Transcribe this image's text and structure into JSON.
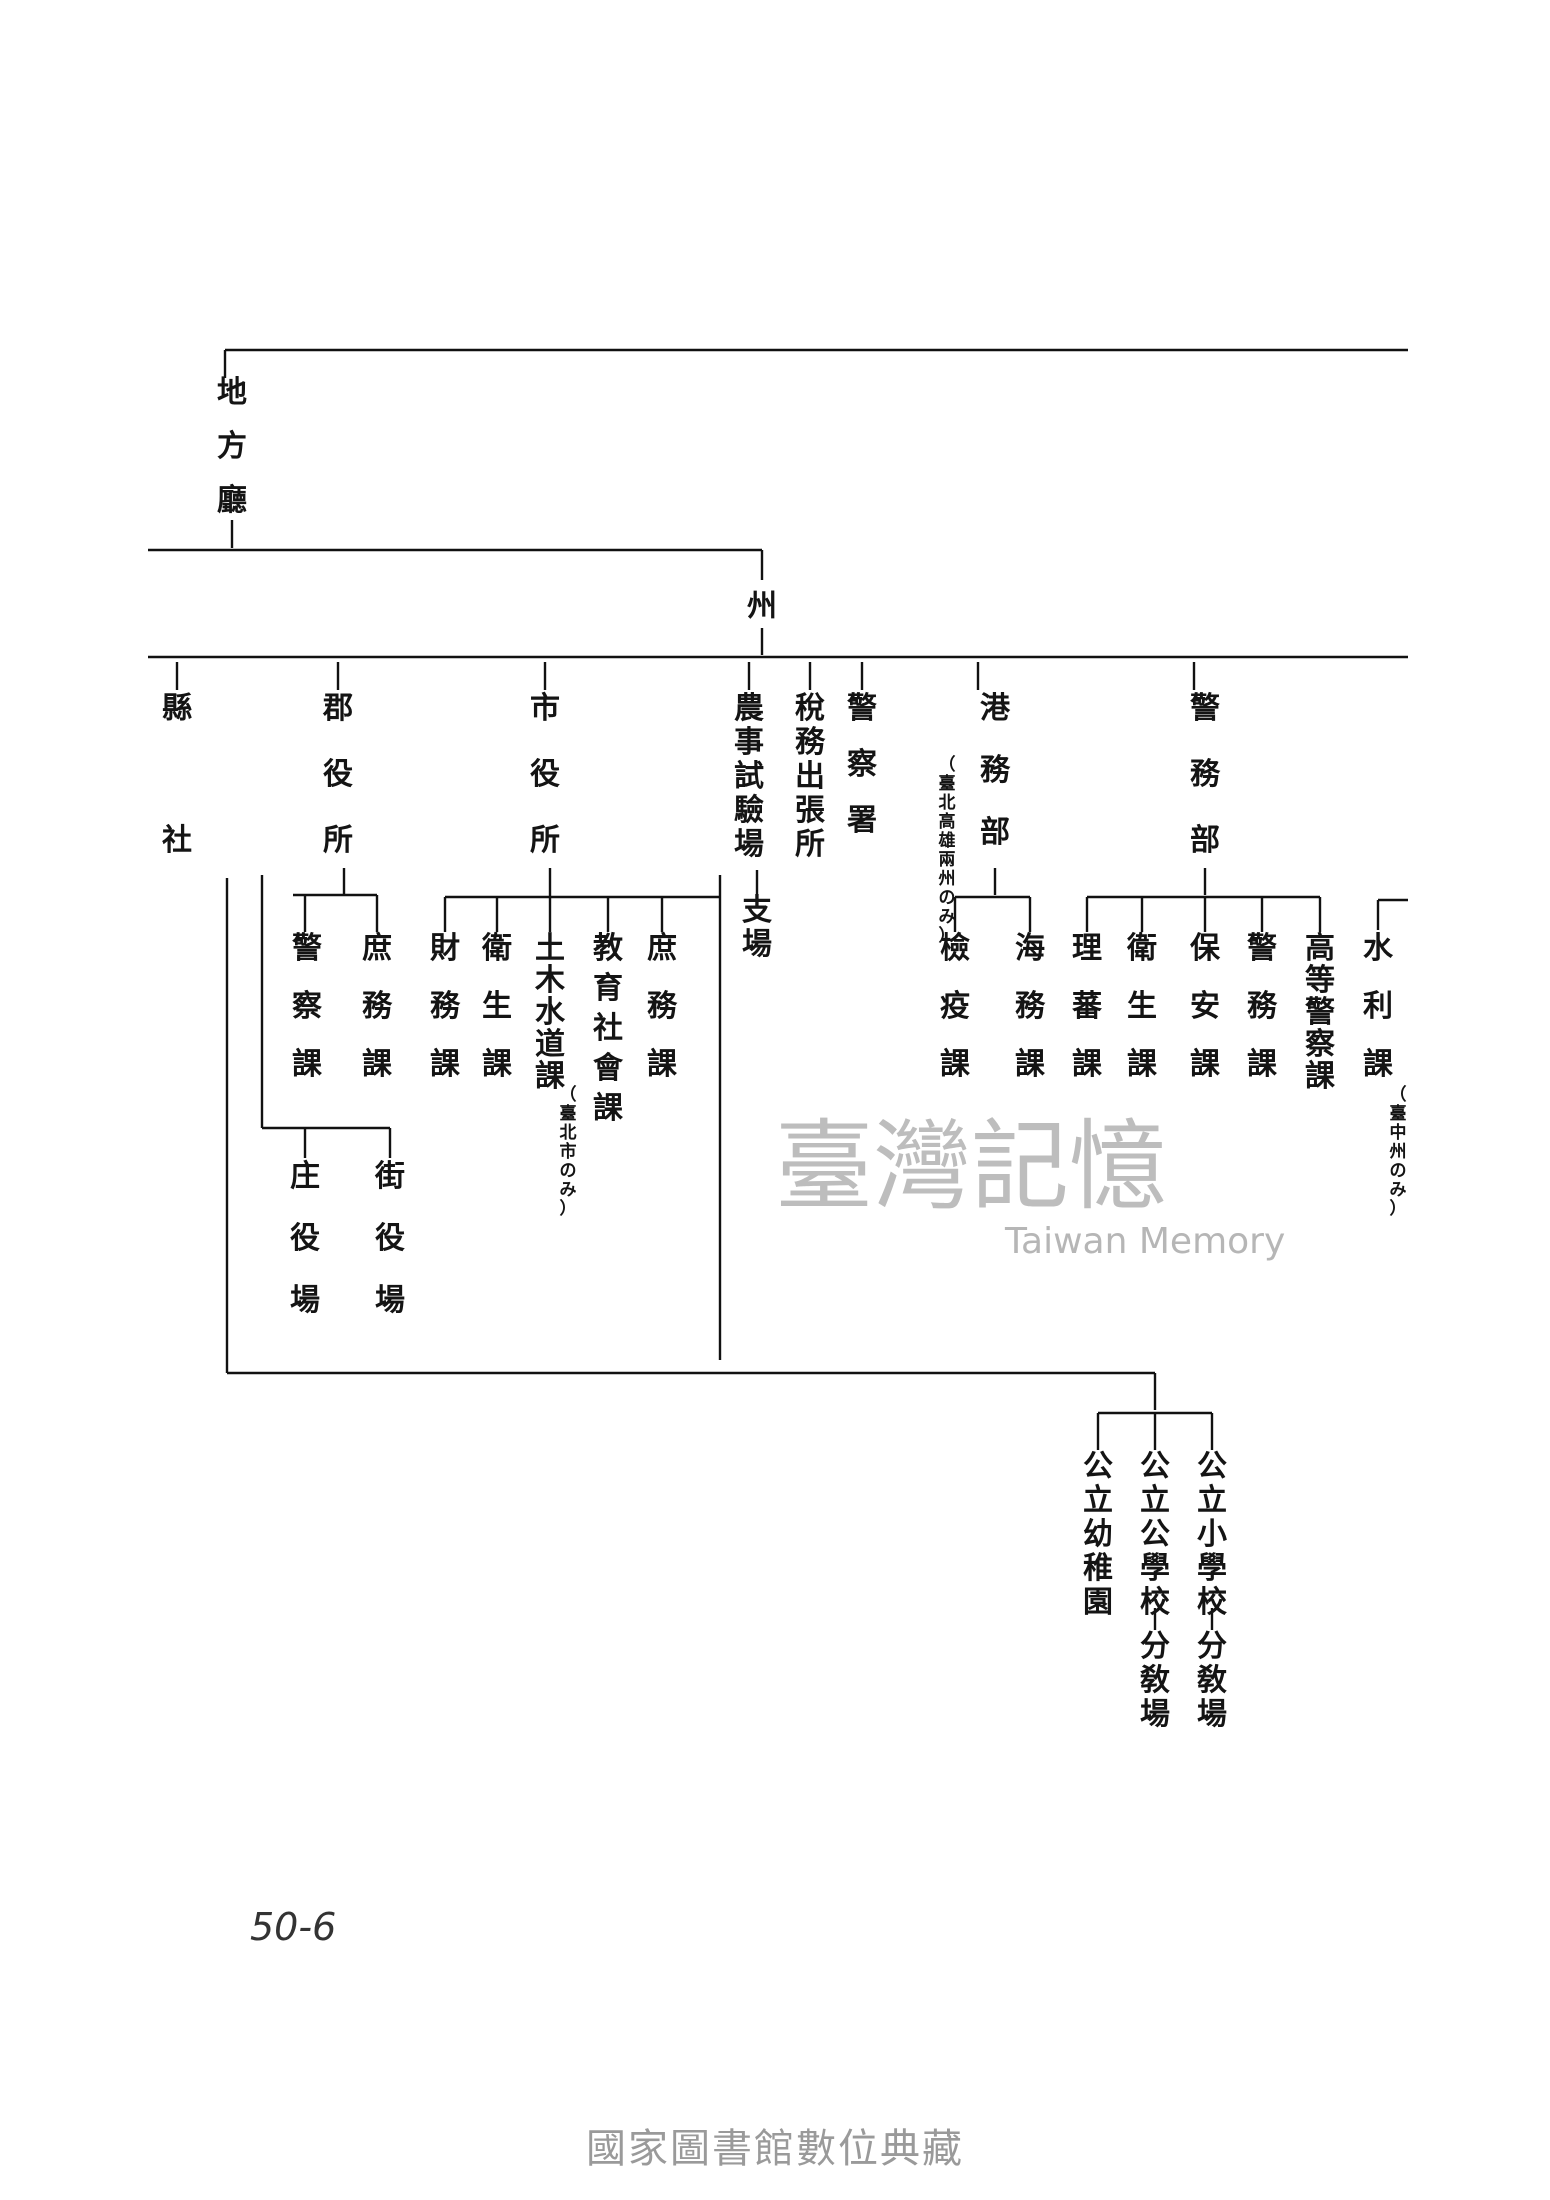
{
  "nodes": {
    "chiho_cho": "地方廳",
    "shu": "州",
    "ken": "縣",
    "sha": "社",
    "gun_yakusho": "郡役所",
    "shi_yakusho": "市役所",
    "nogyo_shiken": "農事試驗場",
    "shijo": "支場",
    "zeimu_shucho": "稅務出張所",
    "keisatsu_sho": "警察署",
    "komu_bu": "港務部",
    "komu_note": "（臺北高雄兩州のみ）",
    "keimu_bu": "警務部",
    "suiri_ka": "水利課",
    "suiri_note": "（臺中州のみ）",
    "gun_keisatsu_ka": "警察課",
    "gun_shomu_ka": "庶務課",
    "shoyakuba": "庄役場",
    "gaiyakuba": "街役場",
    "zaimu_ka": "財務課",
    "eisei_ka_shi": "衛生課",
    "doboku_ka": "土木水道課",
    "doboku_note": "（臺北市のみ）",
    "kyoiku_ka": "教育社會課",
    "shi_shomu_ka": "庶務課",
    "kenneki_ka": "檢疫課",
    "kaimu_ka": "海務課",
    "riban_ka": "理蕃課",
    "eisei_ka_keimu": "衛生課",
    "hoan_ka": "保安課",
    "keimu_ka": "警務課",
    "koto_keisatsu_ka": "高等警察課",
    "yochien": "公立幼稚園",
    "kogakko": "公立公學校",
    "kogakko_bunkyo": "分敎場",
    "shogakko": "公立小學校",
    "shogakko_bunkyo": "分敎場"
  },
  "watermark": {
    "chinese": "臺灣記憶",
    "english": "Taiwan Memory"
  },
  "handwritten_note": "50-6",
  "footer": "國家圖書館數位典藏"
}
